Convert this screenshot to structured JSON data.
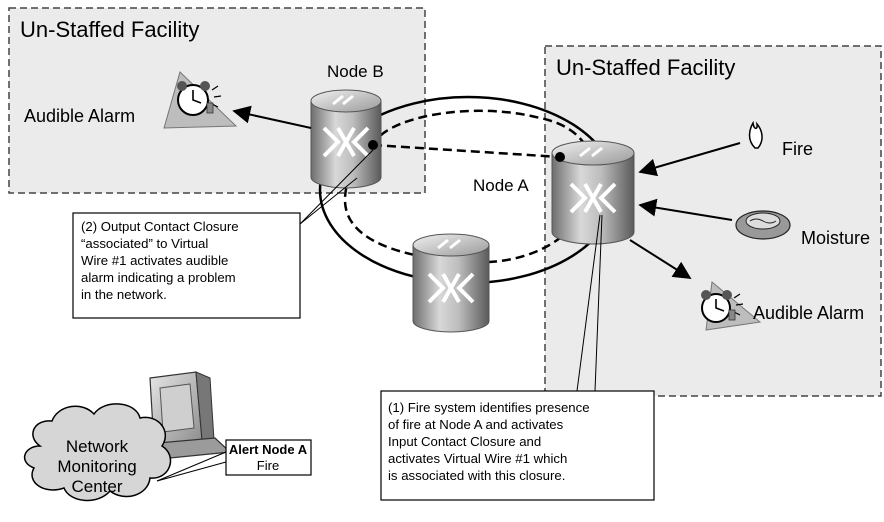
{
  "facility_left": {
    "title": "Un-Staffed Facility"
  },
  "facility_right": {
    "title": "Un-Staffed Facility"
  },
  "node_b": {
    "label": "Node B",
    "icon": "switch-icon"
  },
  "node_a": {
    "label": "Node A",
    "icon": "switch-icon"
  },
  "node_middle": {
    "icon": "switch-icon"
  },
  "sensors": {
    "fire": "Fire",
    "moisture": "Moisture",
    "alarm_right": "Audible Alarm",
    "alarm_left": "Audible Alarm"
  },
  "callout_output": {
    "lines": [
      "(2) Output Contact Closure",
      "“associated” to Virtual",
      "Wire #1 activates audible",
      "alarm indicating a problem",
      "in the network."
    ]
  },
  "callout_input": {
    "lines": [
      "(1) Fire system identifies presence",
      "of fire at Node A and activates",
      "Input Contact Closure and",
      "activates Virtual Wire #1 which",
      "is associated with this closure."
    ]
  },
  "monitoring": {
    "cloud_lines": [
      "Network",
      "Monitoring",
      "Center"
    ],
    "alert_title": "Alert Node A",
    "alert_detail": "Fire",
    "icon": "computer-icon"
  }
}
